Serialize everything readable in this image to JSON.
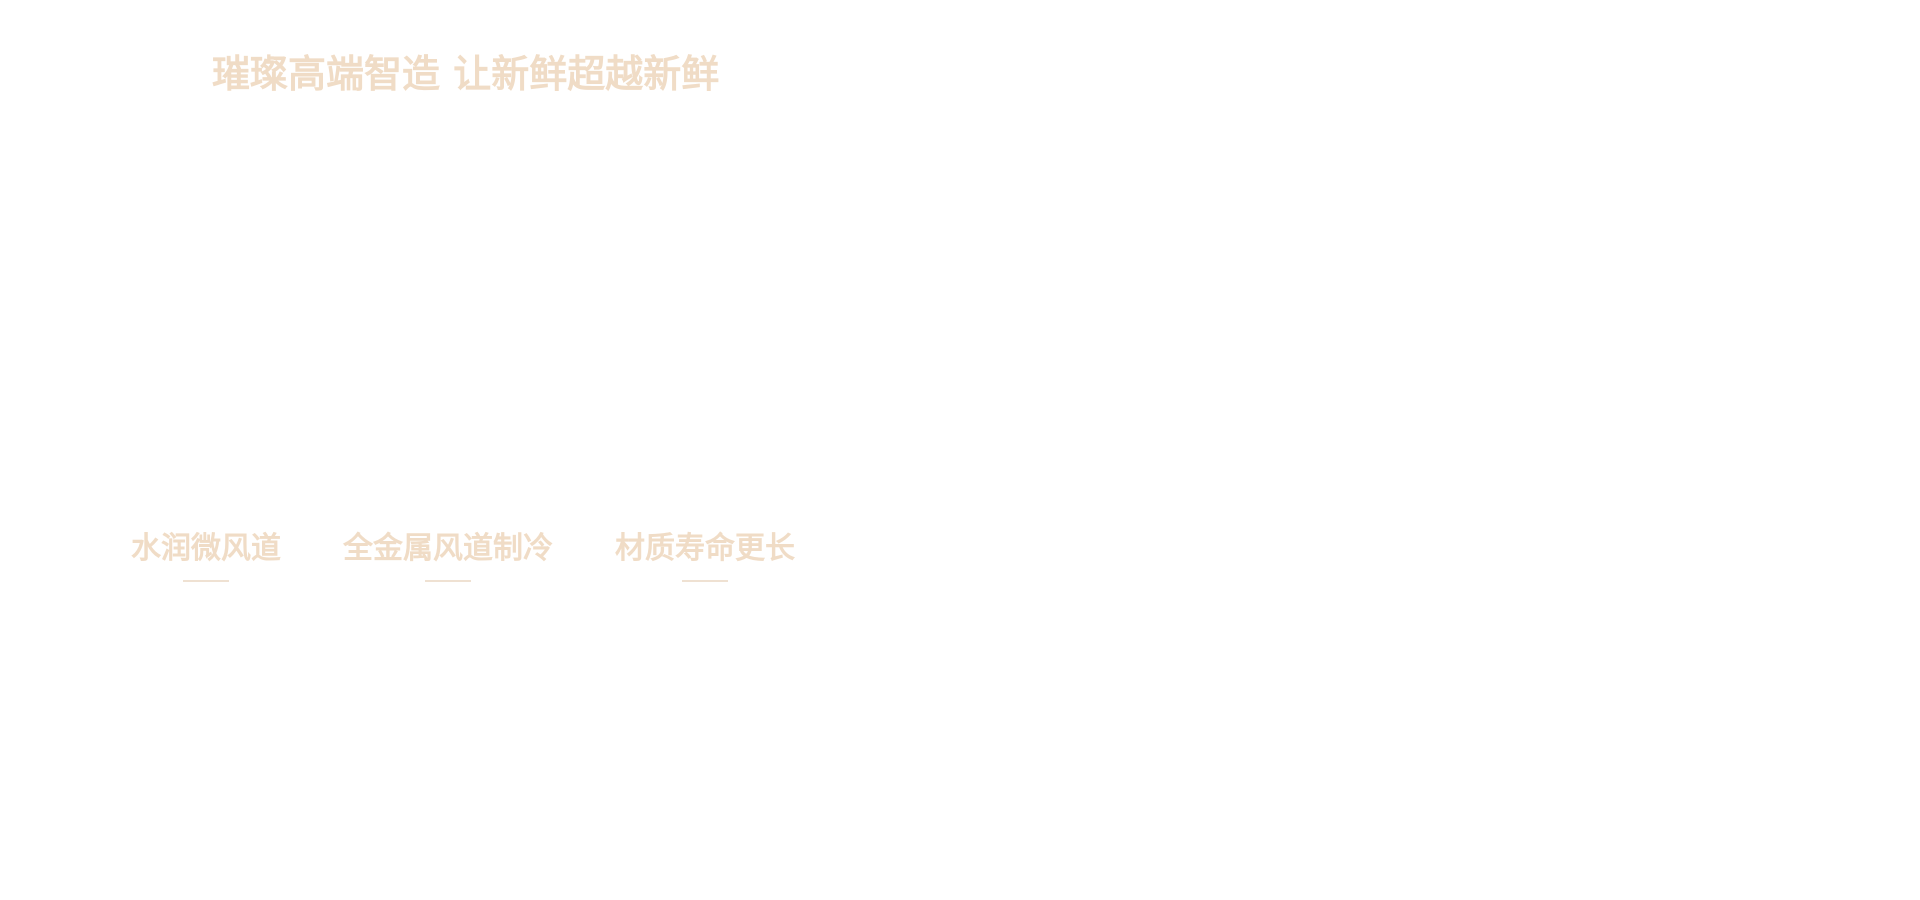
{
  "colors": {
    "accent": "#f0dcc6",
    "underline": "#efe1d2",
    "background": "#ffffff"
  },
  "hero": {
    "headline": "璀璨高端智造 让新鲜超越新鲜"
  },
  "features": [
    {
      "label": "水润微风道"
    },
    {
      "label": "全金属风道制冷"
    },
    {
      "label": "材质寿命更长"
    }
  ]
}
